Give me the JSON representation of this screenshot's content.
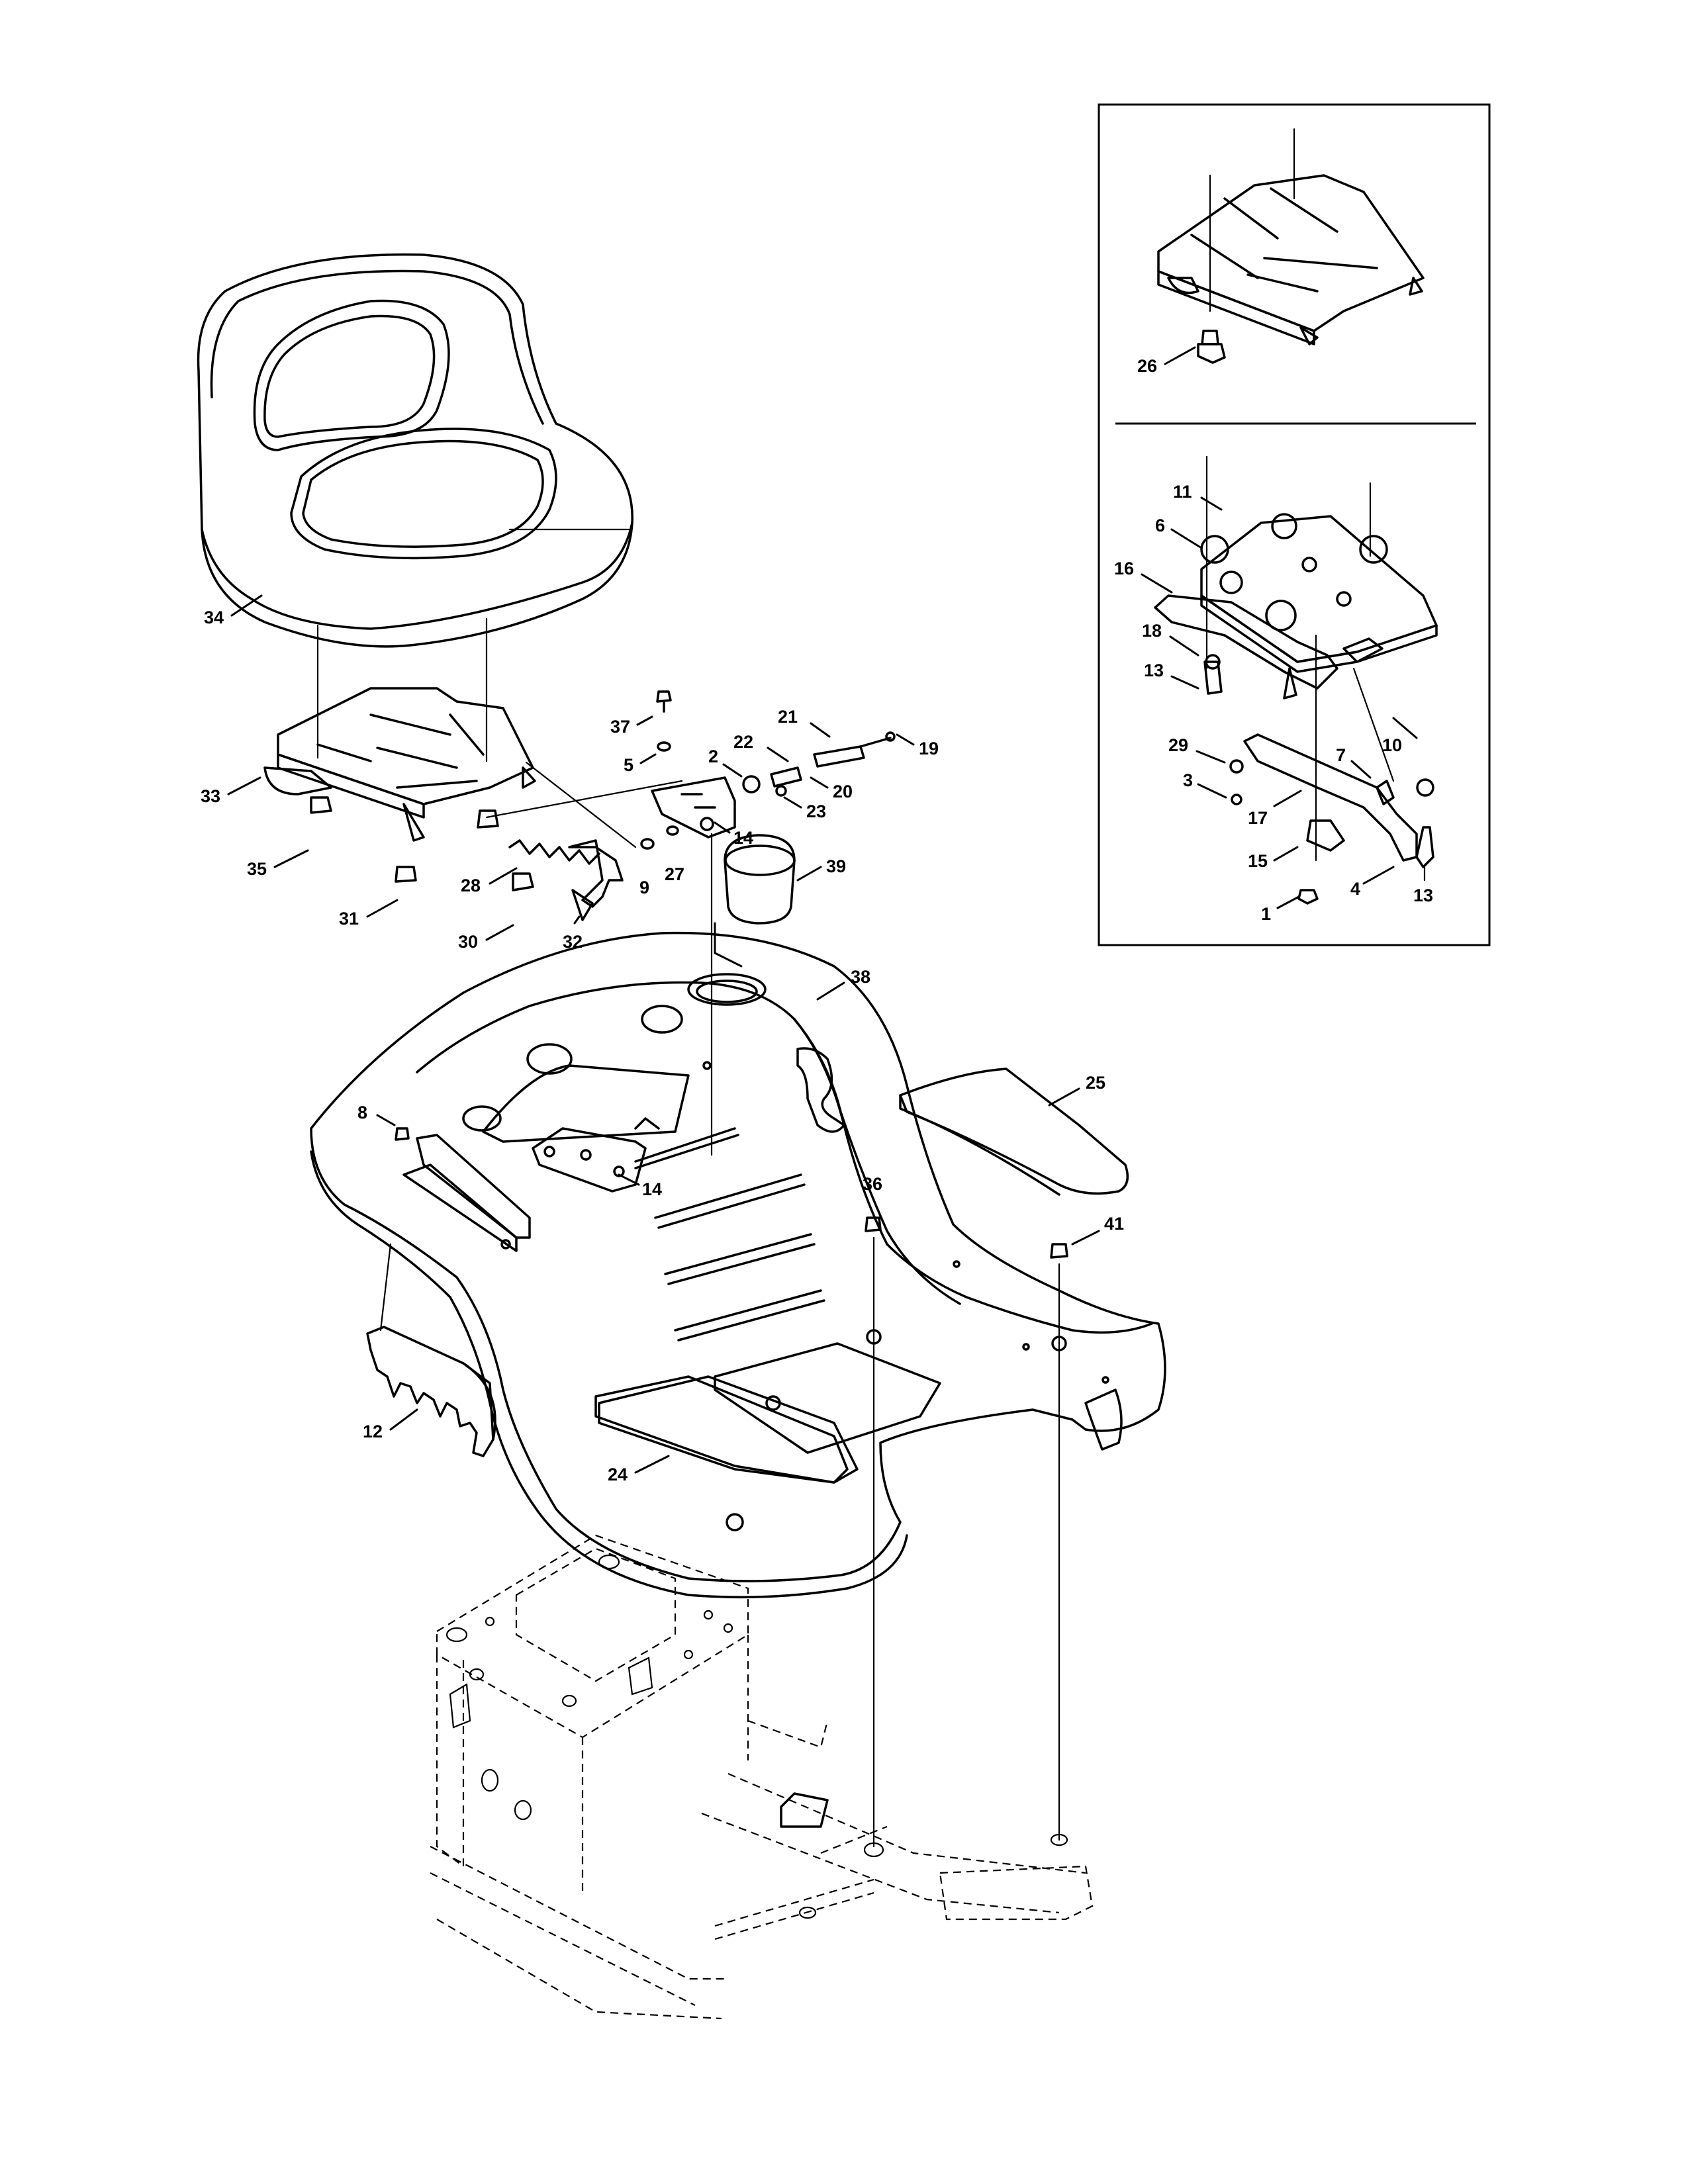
{
  "callouts": {
    "main": {
      "c34": "34",
      "c33": "33",
      "c35": "35",
      "c31": "31",
      "c28": "28",
      "c30": "30",
      "c32": "32",
      "c9": "9",
      "c27": "27",
      "c37": "37",
      "c5": "5",
      "c2": "2",
      "c22": "22",
      "c21": "21",
      "c19": "19",
      "c20": "20",
      "c23": "23",
      "c14a": "14",
      "c39": "39",
      "c38": "38",
      "c25": "25",
      "c8": "8",
      "c14b": "14",
      "c36": "36",
      "c41": "41",
      "c12": "12",
      "c24": "24"
    },
    "inset_top": {
      "c26": "26"
    },
    "inset_bottom": {
      "c11": "11",
      "c6": "6",
      "c16": "16",
      "c18": "18",
      "c13a": "13",
      "c29": "29",
      "c3": "3",
      "c7": "7",
      "c10": "10",
      "c17": "17",
      "c15": "15",
      "c4": "4",
      "c13b": "13",
      "c1": "1"
    }
  }
}
